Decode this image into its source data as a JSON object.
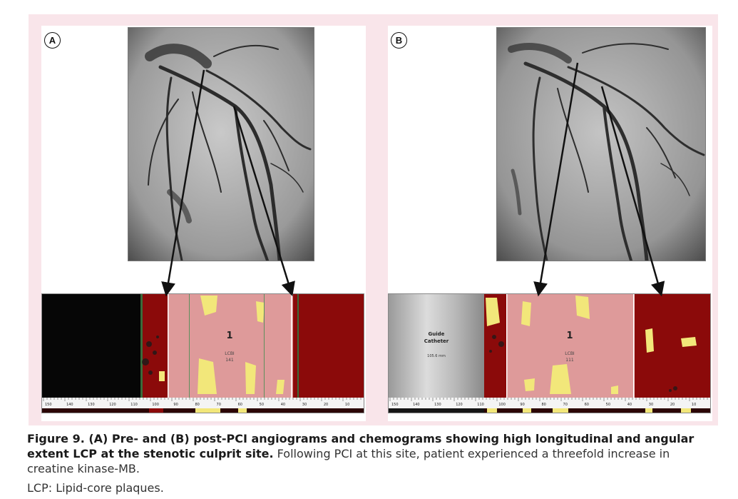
{
  "figure": {
    "panels": [
      {
        "letter": "A",
        "chemogram": {
          "segment_number": "1",
          "block_label": "LCBI",
          "block_value": "141",
          "tick_labels": [
            "150",
            "140",
            "130",
            "120",
            "110",
            "100",
            "90",
            "80",
            "70",
            "60",
            "50",
            "40",
            "30",
            "20",
            "10"
          ]
        }
      },
      {
        "letter": "B",
        "chemogram": {
          "segment_number": "1",
          "block_label": "LCBI",
          "block_value": "111",
          "guide_label_line1": "Guide",
          "guide_label_line2": "Catheter",
          "guide_value": "105.6 mm",
          "tick_labels": [
            "150",
            "140",
            "130",
            "120",
            "110",
            "100",
            "90",
            "80",
            "70",
            "60",
            "50",
            "40",
            "30",
            "20",
            "10"
          ]
        }
      }
    ],
    "caption": {
      "title_bold_line1": "Figure 9. (A) Pre- and (B) post-PCI angiograms and chemograms showing high longitudinal and angular",
      "title_bold_line2": "extent LCP at the stenotic culprit site.",
      "body_line2": " Following PCI at this site, patient experienced a threefold increase in",
      "body_line3": "creatine kinase-MB.",
      "abbreviation": "LCP: Lipid-core plaques."
    },
    "colors": {
      "frame_background": "#f9e5ea",
      "chemogram_lipid": "#f2e77a",
      "chemogram_nonlipid": "#8b0a0a",
      "block_chemogram_overlay": "#e7aaaa"
    }
  }
}
